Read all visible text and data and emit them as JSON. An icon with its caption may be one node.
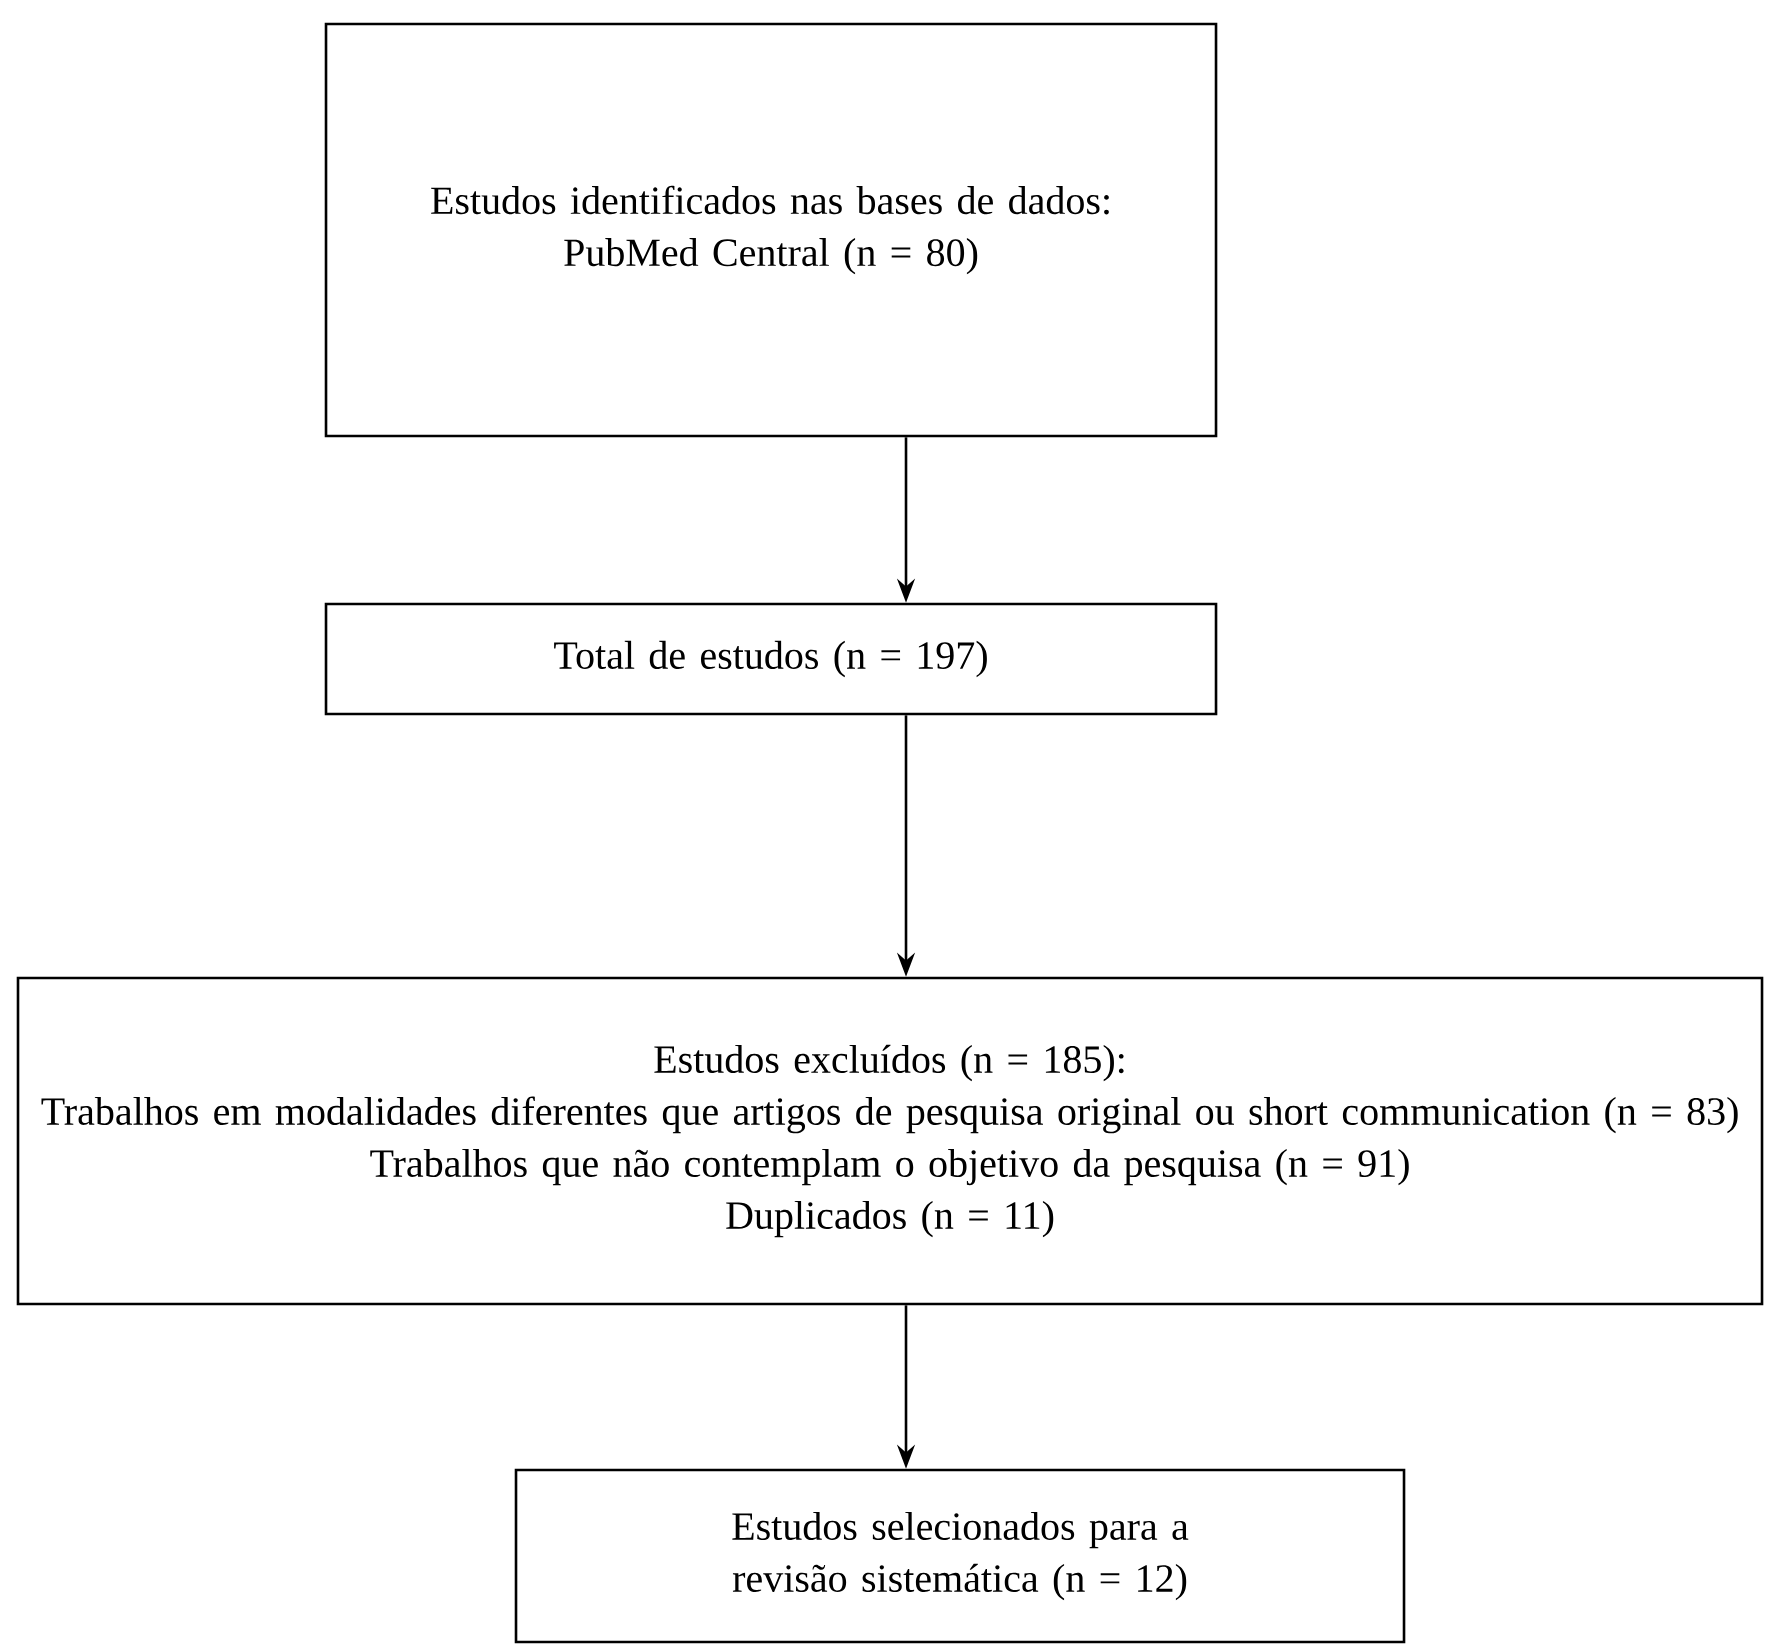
{
  "diagram": {
    "nodes": [
      {
        "text": [
          "Estudos identificados nas bases de dados:",
          "PubMed Central (n = 80)"
        ]
      },
      {
        "text": [
          "Total de estudos (n = 197)"
        ]
      },
      {
        "text": [
          "Estudos excluídos (n = 185):",
          "Trabalhos em modalidades diferentes que artigos de pesquisa original ou short communication (n = 83)",
          "Trabalhos que não contemplam o objetivo da pesquisa (n = 91)",
          "Duplicados (n = 11)"
        ]
      },
      {
        "text": [
          "Estudos selecionados para a revisão sistemática (n = 12)"
        ]
      }
    ],
    "edges": [
      {
        "from": 0,
        "to": 1,
        "arrow": "to"
      },
      {
        "from": 1,
        "to": 2,
        "arrow": "to"
      },
      {
        "from": 2,
        "to": 3,
        "arrow": "to"
      }
    ]
  }
}
